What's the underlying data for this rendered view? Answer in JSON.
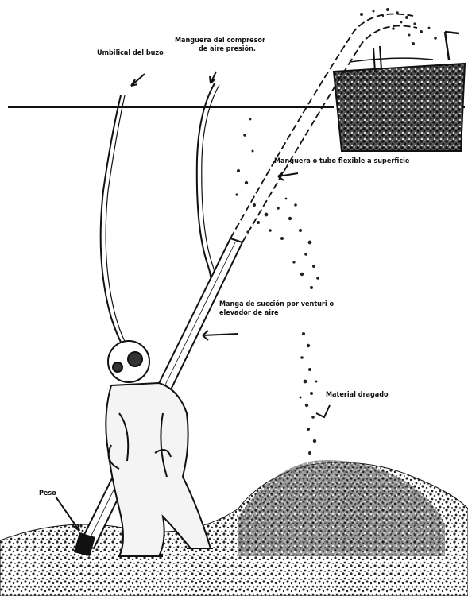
{
  "labels": {
    "umbilical": "Umbilical del buzo",
    "compressor_line1": "Manguera del compresor",
    "compressor_line2": "de aire presión.",
    "flexible_hose": "Manguera o tubo flexible a superficie",
    "suction_line1": "Manga de succión por venturi o",
    "suction_line2": "elevador de aire",
    "dredged": "Material dragado",
    "weight": "Peso"
  },
  "colors": {
    "ink": "#111111",
    "paper": "#ffffff",
    "debris": "#2a2a2a"
  }
}
